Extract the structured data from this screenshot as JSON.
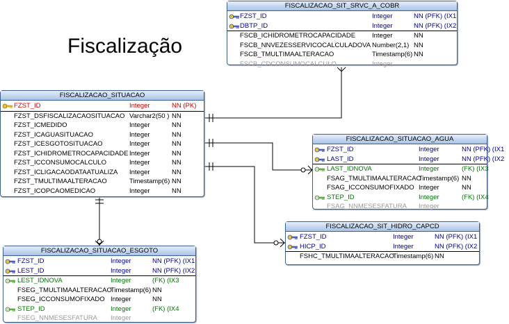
{
  "diagram_title": "Fiscalização",
  "entities": {
    "srvc": {
      "name": "FISCALIZACAO_SIT_SRVC_A_COBR",
      "rows": [
        {
          "name": "FZST_ID",
          "type": "Integer",
          "cons": "NN (PFK) (IX1",
          "kind": "pfk",
          "icon": "pfk-key-icon"
        },
        {
          "name": "DBTP_ID",
          "type": "Integer",
          "cons": "NN (PFK) (IX2",
          "kind": "pfk",
          "icon": "pfk-key-icon"
        },
        {
          "name": "FSCB_ICHIDROMETROCAPACIDADE",
          "type": "Integer",
          "cons": "NN",
          "kind": "plain"
        },
        {
          "name": "FSCB_NNVEZESSERVICOCALCULADOVA",
          "type": "Number(2,1)",
          "cons": "NN",
          "kind": "plain"
        },
        {
          "name": "FSCB_TMULTIMAALTERACAO",
          "type": "Timestamp(6)",
          "cons": "NN",
          "kind": "plain"
        },
        {
          "name": "FSCB_CDCONSUMOCALCULO",
          "type": "Integer",
          "cons": "",
          "kind": "gray"
        }
      ]
    },
    "situacao": {
      "name": "FISCALIZACAO_SITUACAO",
      "rows": [
        {
          "name": "FZST_ID",
          "type": "Integer",
          "cons": "NN (PK)",
          "kind": "pk",
          "icon": "primary-key-icon"
        },
        {
          "name": "FZST_DSFISCALIZACAOSITUACAO",
          "type": "Varchar2(50 )",
          "cons": "NN",
          "kind": "plain"
        },
        {
          "name": "FZST_ICMEDIDO",
          "type": "Integer",
          "cons": "NN",
          "kind": "plain"
        },
        {
          "name": "FZST_ICAGUASITUACAO",
          "type": "Integer",
          "cons": "NN",
          "kind": "plain"
        },
        {
          "name": "FZST_ICESGOTOSITUACAO",
          "type": "Integer",
          "cons": "NN",
          "kind": "plain"
        },
        {
          "name": "FZST_ICHIDROMETROCAPACIDADE",
          "type": "Integer",
          "cons": "NN",
          "kind": "plain"
        },
        {
          "name": "FZST_ICCONSUMOCALCULO",
          "type": "Integer",
          "cons": "NN",
          "kind": "plain"
        },
        {
          "name": "FZST_ICLIGACAODATAATUALIZA",
          "type": "Integer",
          "cons": "NN",
          "kind": "plain"
        },
        {
          "name": "FZST_TMULTIMAALTERACAO",
          "type": "Timestamp(6)",
          "cons": "NN",
          "kind": "plain"
        },
        {
          "name": "FZST_ICOPCAOMEDICAO",
          "type": "Integer",
          "cons": "NN",
          "kind": "plain"
        }
      ]
    },
    "agua": {
      "name": "FISCALIZACAO_SITUACAO_AGUA",
      "rows": [
        {
          "name": "FZST_ID",
          "type": "Integer",
          "cons": "NN (PFK) (IX1",
          "kind": "pfk",
          "icon": "pfk-key-icon"
        },
        {
          "name": "LAST_ID",
          "type": "Integer",
          "cons": "NN (PFK) (IX2",
          "kind": "pfk",
          "icon": "pfk-key-icon"
        },
        {
          "name": "LAST_IDNOVA",
          "type": "Integer",
          "cons": "(FK)   (IX3",
          "kind": "fk",
          "icon": "foreign-key-icon"
        },
        {
          "name": "FSAG_TMULTIMAALTERACAO",
          "type": "Timestamp(6)",
          "cons": "NN",
          "kind": "plain"
        },
        {
          "name": "FSAG_ICCONSUMOFIXADO",
          "type": "Integer",
          "cons": "NN",
          "kind": "plain"
        },
        {
          "name": "STEP_ID",
          "type": "Integer",
          "cons": "(FK)   (IX4",
          "kind": "fk",
          "icon": "foreign-key-icon"
        },
        {
          "name": "FSAG_NNMESESFATURA",
          "type": "Integer",
          "cons": "",
          "kind": "gray"
        }
      ]
    },
    "hidro": {
      "name": "FISCALIZACAO_SIT_HIDRO_CAPCD",
      "rows": [
        {
          "name": "FZST_ID",
          "type": "Integer",
          "cons": "NN (PFK) (IX1",
          "kind": "pfk",
          "icon": "pfk-key-icon"
        },
        {
          "name": "HICP_ID",
          "type": "Integer",
          "cons": "NN (PFK) (IX2",
          "kind": "pfk",
          "icon": "pfk-key-icon"
        },
        {
          "name": "FSHC_TMULTIMAALTERACAO",
          "type": "Timestamp(6)",
          "cons": "NN",
          "kind": "plain"
        }
      ]
    },
    "esgoto": {
      "name": "FISCALIZACAO_SITUACAO_ESGOTO",
      "rows": [
        {
          "name": "FZST_ID",
          "type": "Integer",
          "cons": "NN (PFK) (IX1",
          "kind": "pfk",
          "icon": "pfk-key-icon"
        },
        {
          "name": "LEST_ID",
          "type": "Integer",
          "cons": "NN (PFK) (IX2",
          "kind": "pfk",
          "icon": "pfk-key-icon"
        },
        {
          "name": "LEST_IDNOVA",
          "type": "Integer",
          "cons": "(FK)   (IX3",
          "kind": "fk",
          "icon": "foreign-key-icon"
        },
        {
          "name": "FSEG_TMULTIMAALTERACAO",
          "type": "Timestamp(6)",
          "cons": "NN",
          "kind": "plain"
        },
        {
          "name": "FSEG_ICCONSUMOFIXADO",
          "type": "Integer",
          "cons": "NN",
          "kind": "plain"
        },
        {
          "name": "STEP_ID",
          "type": "Integer",
          "cons": "(FK)   (IX4",
          "kind": "fk",
          "icon": "foreign-key-icon"
        },
        {
          "name": "FSEG_NNMESESFATURA",
          "type": "Integer",
          "cons": "",
          "kind": "gray"
        }
      ]
    }
  },
  "colors": {
    "pk": "#cc0000",
    "pfk": "#000099",
    "fk": "#007700",
    "gray": "#9a9a9a",
    "header_top": "#e4eefb",
    "header_bottom": "#a9c3e6",
    "border": "#3b5f8f",
    "line": "#000000"
  }
}
